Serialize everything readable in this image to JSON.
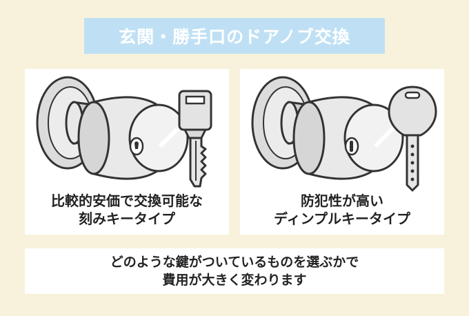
{
  "title": "玄関・勝手口のドアノブ交換",
  "cards": [
    {
      "caption_line1": "比較的安価で交換可能な",
      "caption_line2": "刻みキータイプ",
      "icons": [
        "door-knob-icon",
        "notched-key-icon"
      ]
    },
    {
      "caption_line1": "防犯性が高い",
      "caption_line2": "ディンプルキータイプ",
      "icons": [
        "door-knob-icon",
        "dimple-key-icon"
      ]
    }
  ],
  "footer": {
    "line1": "どのような鍵がついているものを選ぶかで",
    "line2": "費用が大きく変わります"
  },
  "colors": {
    "background": "#f8f2dd",
    "banner": "#bfe0f4",
    "card": "#ffffff",
    "metal": "#e6e6e6",
    "outline": "#333333"
  }
}
